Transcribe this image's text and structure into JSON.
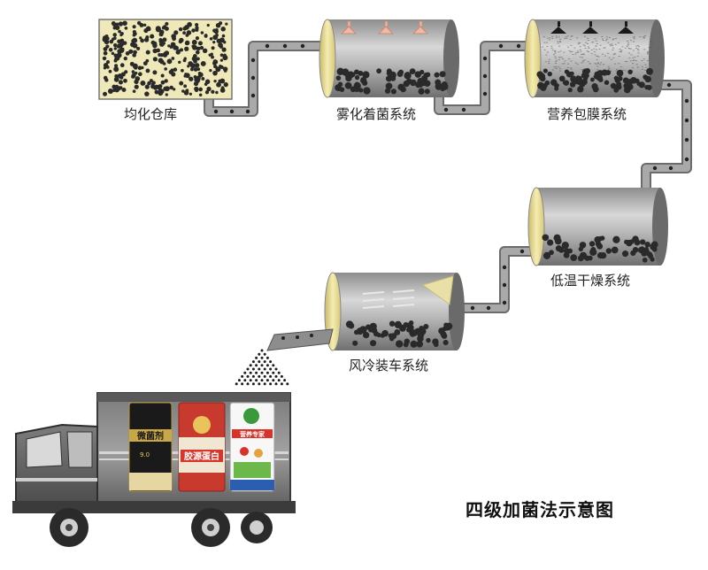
{
  "diagram": {
    "title": "四级加菌法示意图",
    "stages": [
      {
        "label": "均化仓库"
      },
      {
        "label": "雾化着菌系统"
      },
      {
        "label": "营养包膜系统"
      },
      {
        "label": "低温干燥系统"
      },
      {
        "label": "风冷装车系统"
      }
    ],
    "bags": [
      {
        "text_main": "微菌剂",
        "text_sub": "9.0"
      },
      {
        "text_main": "胶源蛋白",
        "text_sub": ""
      },
      {
        "text_main": "营养专家",
        "text_sub": ""
      }
    ]
  }
}
